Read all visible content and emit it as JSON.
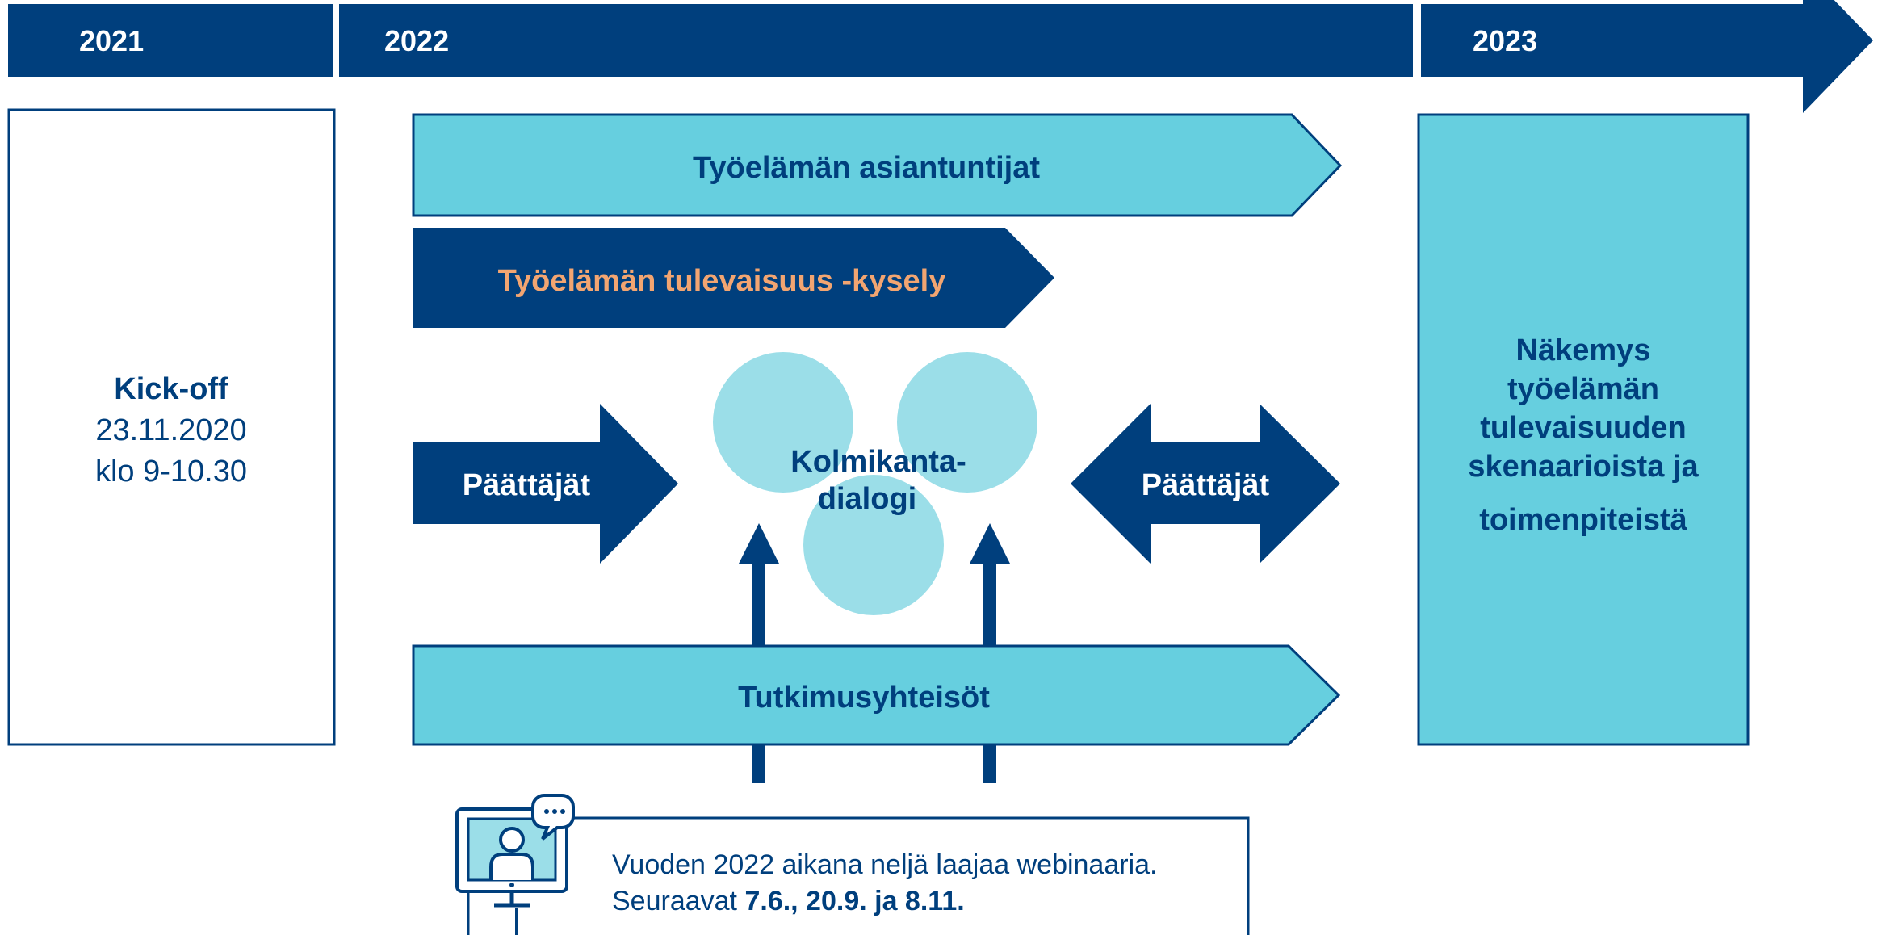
{
  "timeline": {
    "years": [
      "2021",
      "2022",
      "2023"
    ]
  },
  "kickoff": {
    "title": "Kick-off",
    "date": "23.11.2020",
    "time": "klo 9-10.30"
  },
  "arrows": {
    "experts": "Työelämän  asiantuntijat",
    "survey": "Työelämän  tulevaisuus  -kysely",
    "decision_makers_left": "Päättäjät",
    "decision_makers_right": "Päättäjät",
    "research": "Tutkimusyhteisöt"
  },
  "dialogue": {
    "line1": "Kolmikanta-",
    "line2": "dialogi"
  },
  "outcome": {
    "lines": [
      "Näkemys",
      "työelämän",
      "tulevaisuuden",
      "skenaarioista  ja",
      "toimenpiteistä"
    ]
  },
  "webinar": {
    "line1": "Vuoden 2022 aikana neljä laajaa webinaaria.",
    "line2_prefix": "Seuraavat ",
    "line2_dates": "7.6., 20.9. ja 8.11."
  },
  "colors": {
    "navy": "#003F7D",
    "cyan": "#66CFDF",
    "light_cyan": "#9BDEE8",
    "orange": "#F2A571",
    "white": "#FFFFFF"
  }
}
